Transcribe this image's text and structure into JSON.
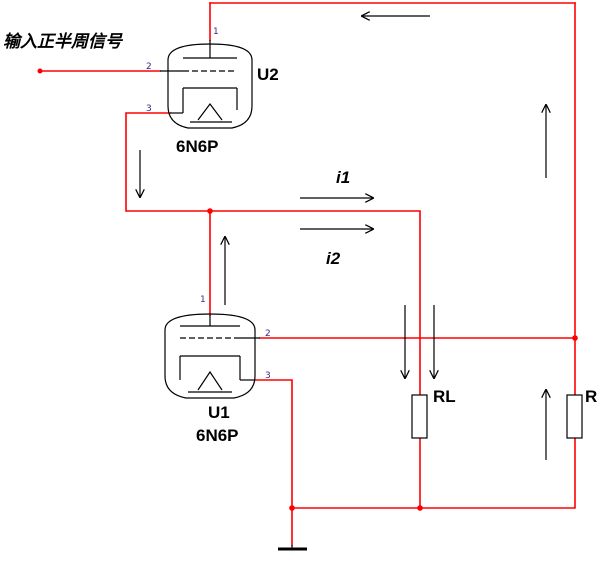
{
  "input_label": "输入正半周信号",
  "tube_top": {
    "ref": "U2",
    "model": "6N6P",
    "pins": [
      "1",
      "2",
      "3"
    ]
  },
  "tube_bottom": {
    "ref": "U1",
    "model": "6N6P",
    "pins": [
      "1",
      "2",
      "3"
    ]
  },
  "current_labels": {
    "i1": "i1",
    "i2": "i2"
  },
  "resistor_left": "RL",
  "resistor_right": "R",
  "colors": {
    "wire": "#ff0000",
    "component": "#000000",
    "pin_label": "#3b2b86"
  },
  "icons": [
    "vacuum-tube-triode-icon",
    "resistor-icon",
    "ground-icon",
    "current-arrow-icon",
    "junction-dot-icon"
  ]
}
